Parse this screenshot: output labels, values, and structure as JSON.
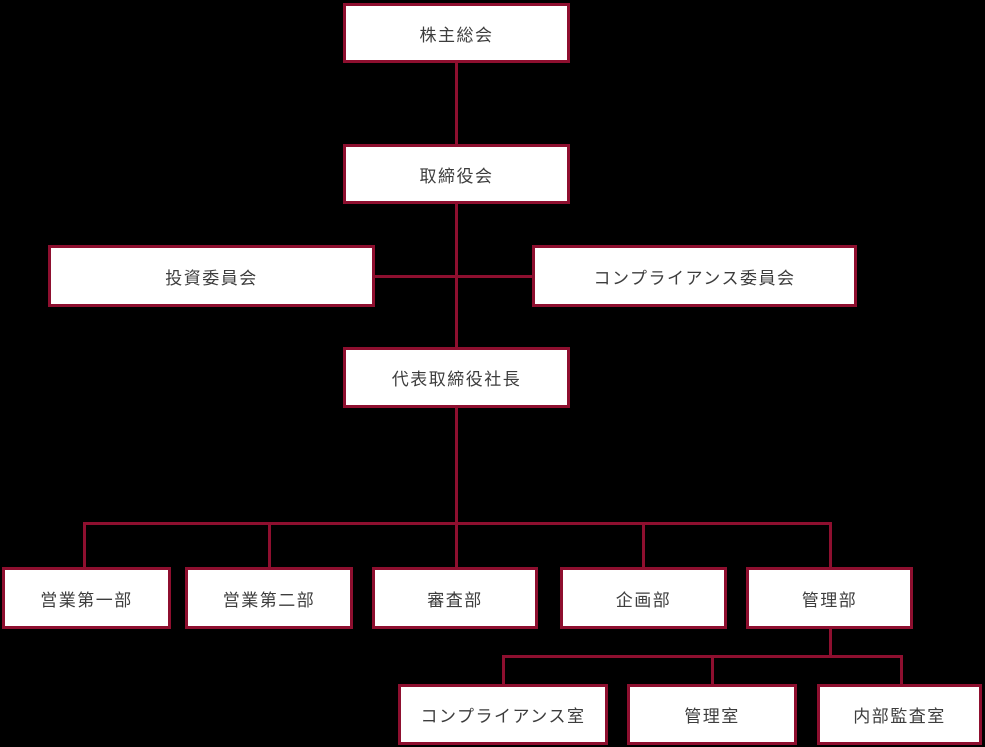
{
  "colors": {
    "background": "#000000",
    "box_fill": "#ffffff",
    "box_border": "#8e0f2f",
    "connector": "#8e0f2f",
    "text": "#3d3d3d"
  },
  "nodes": {
    "shareholders_meeting": {
      "label": "株主総会"
    },
    "board_of_directors": {
      "label": "取締役会"
    },
    "investment_committee": {
      "label": "投資委員会"
    },
    "compliance_committee": {
      "label": "コンプライアンス委員会"
    },
    "president": {
      "label": "代表取締役社長"
    },
    "sales_dept_1": {
      "label": "営業第一部"
    },
    "sales_dept_2": {
      "label": "営業第二部"
    },
    "screening_dept": {
      "label": "審査部"
    },
    "planning_dept": {
      "label": "企画部"
    },
    "admin_dept": {
      "label": "管理部"
    },
    "compliance_office": {
      "label": "コンプライアンス室"
    },
    "admin_office": {
      "label": "管理室"
    },
    "internal_audit_office": {
      "label": "内部監査室"
    }
  },
  "edges": [
    {
      "from": "shareholders_meeting",
      "to": "board_of_directors"
    },
    {
      "from": "board_of_directors",
      "to": "president"
    },
    {
      "from": "investment_committee",
      "to": "compliance_committee",
      "type": "lateral-link-crossing-main-line"
    },
    {
      "from": "president",
      "to": "sales_dept_1"
    },
    {
      "from": "president",
      "to": "sales_dept_2"
    },
    {
      "from": "president",
      "to": "screening_dept"
    },
    {
      "from": "president",
      "to": "planning_dept"
    },
    {
      "from": "president",
      "to": "admin_dept"
    },
    {
      "from": "admin_dept",
      "to": "compliance_office"
    },
    {
      "from": "admin_dept",
      "to": "admin_office"
    },
    {
      "from": "admin_dept",
      "to": "internal_audit_office"
    }
  ]
}
